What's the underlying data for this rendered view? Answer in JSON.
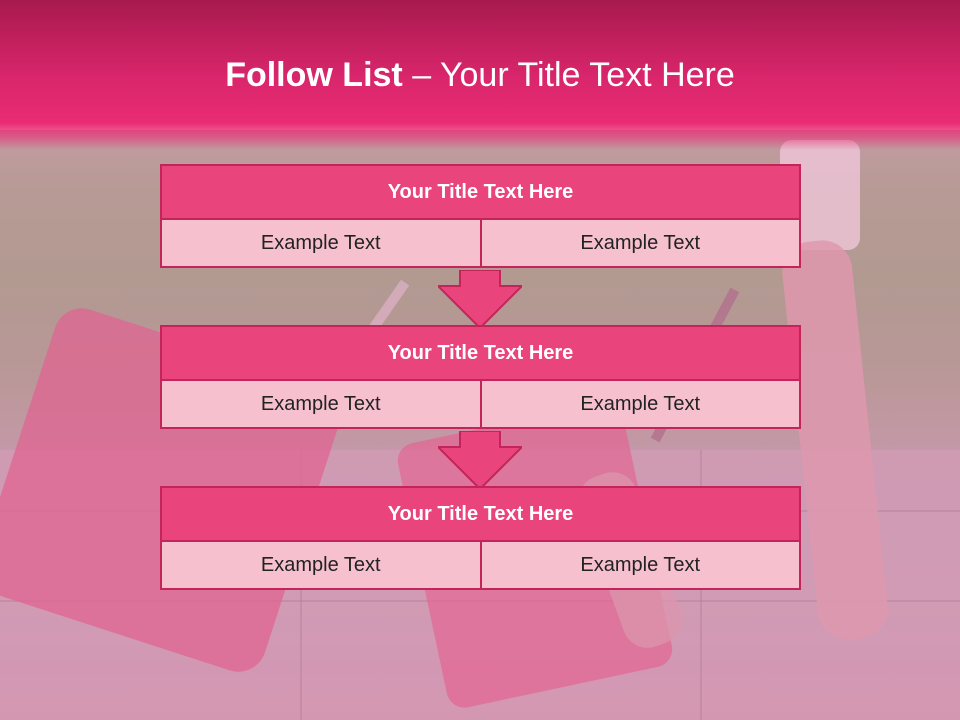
{
  "slide": {
    "title_bold": "Follow List",
    "title_rest": "– Your Title Text Here"
  },
  "blocks": [
    {
      "title": "Your Title Text Here",
      "left": "Example Text",
      "right": "Example Text"
    },
    {
      "title": "Your Title Text Here",
      "left": "Example Text",
      "right": "Example Text"
    },
    {
      "title": "Your Title Text Here",
      "left": "Example Text",
      "right": "Example Text"
    }
  ],
  "colors": {
    "header": "#d8256b",
    "block_title": "#e9457c",
    "block_cell": "#f6c0cf",
    "border": "#c3255b",
    "arrow": "#e9457c"
  }
}
